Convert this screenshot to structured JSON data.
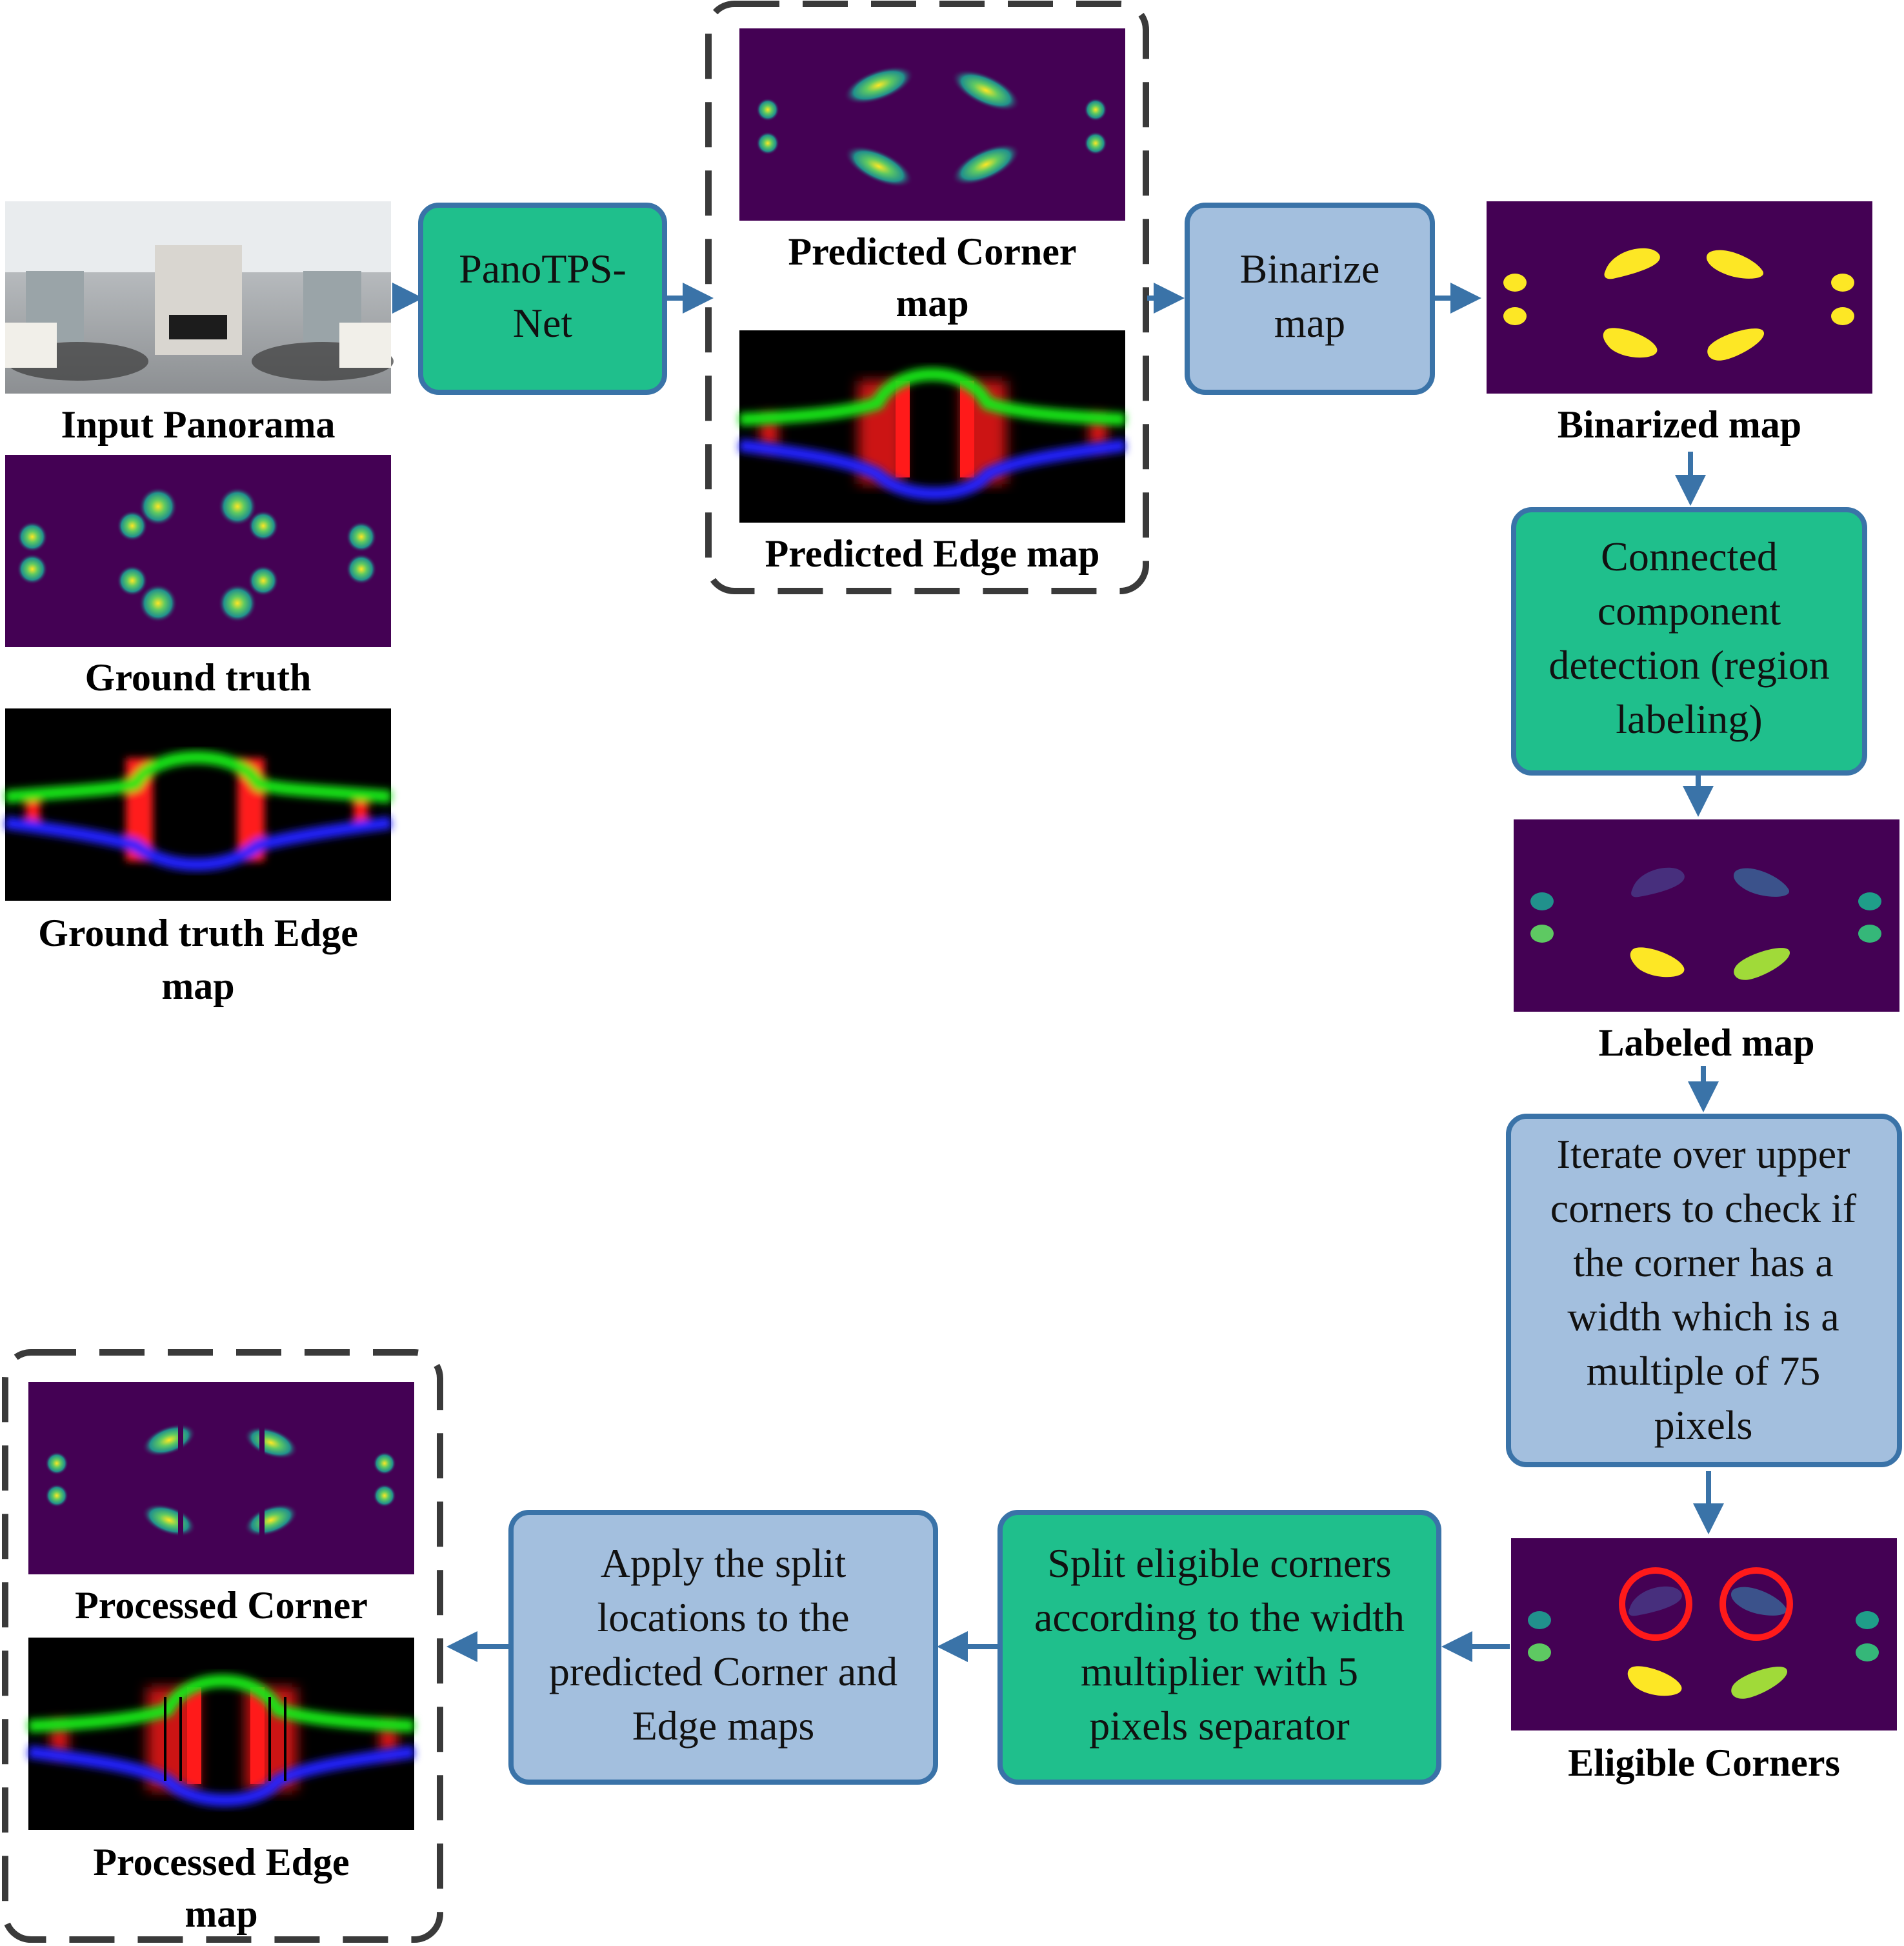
{
  "colors": {
    "green_box": "#1fbf8c",
    "blue_box": "#a3bfde",
    "box_border": "#3a73a8",
    "arrow": "#3a73a8",
    "map_bg": "#440154",
    "dashed": "#3a3a3a"
  },
  "images": {
    "input_panorama": "Input Panorama",
    "ground_truth": "Ground truth",
    "ground_truth_edge_l1": "Ground truth Edge",
    "ground_truth_edge_l2": "map",
    "predicted_corner_l1": "Predicted Corner",
    "predicted_corner_l2": "map",
    "predicted_edge": "Predicted Edge map",
    "binarized": "Binarized map",
    "labeled": "Labeled map",
    "eligible": "Eligible Corners",
    "processed_corner": "Processed Corner",
    "processed_edge_l1": "Processed Edge",
    "processed_edge_l2": "map"
  },
  "boxes": {
    "panotps": [
      "PanoTPS-",
      "Net"
    ],
    "binarize": [
      "Binarize",
      "map"
    ],
    "connected": [
      "Connected",
      "component",
      "detection (region",
      "labeling)"
    ],
    "iterate": [
      "Iterate over upper",
      "corners to check if",
      "the corner has a",
      "width which is a",
      "multiple of 75",
      "pixels"
    ],
    "split": [
      "Split eligible corners",
      "according to the width",
      "multiplier with 5",
      "pixels separator"
    ],
    "apply": [
      "Apply the split",
      "locations to the",
      "predicted Corner and",
      "Edge maps"
    ]
  }
}
